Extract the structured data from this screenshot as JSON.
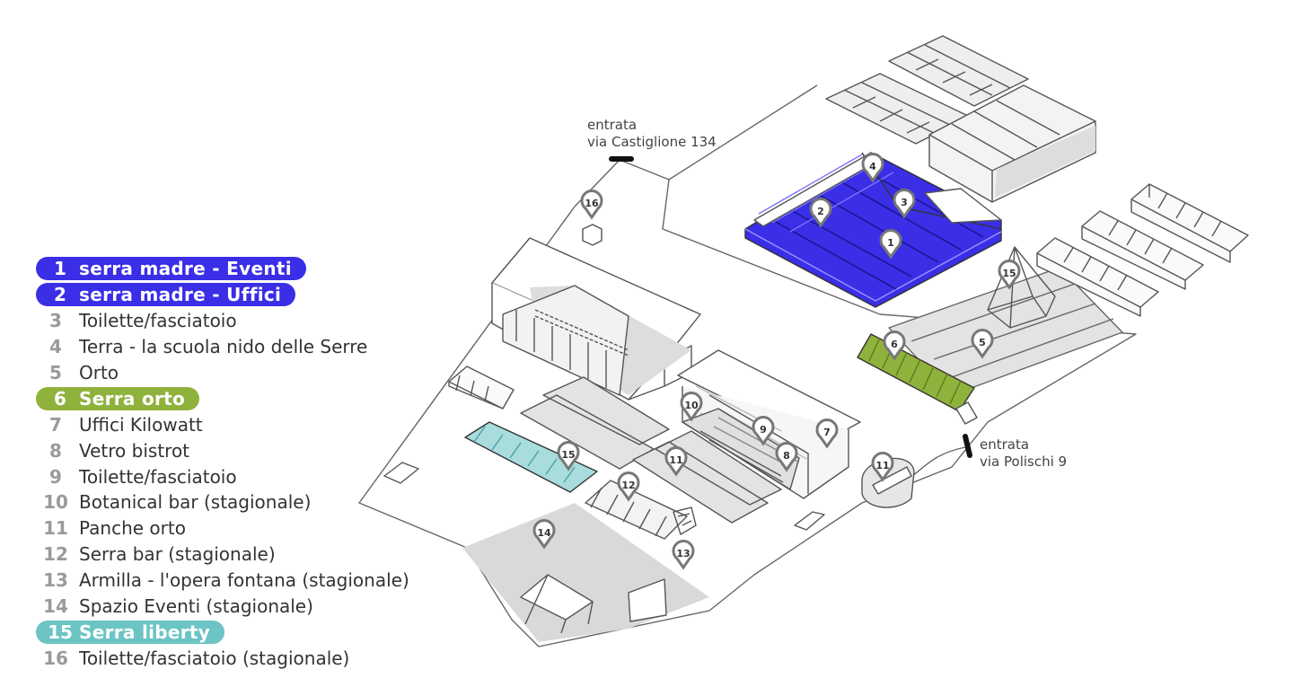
{
  "colors": {
    "blue": "#3a2ee6",
    "green": "#8fb23c",
    "teal": "#6cc4c4",
    "line": "#555555",
    "grey": "#d9d9d9"
  },
  "entrances": {
    "castiglione": {
      "line1": "entrata",
      "line2": "via Castiglione 134"
    },
    "polischi": {
      "line1": "entrata",
      "line2": "via Polischi 9"
    }
  },
  "legend": [
    {
      "num": "1",
      "label": "serra madre - Eventi",
      "highlight": "blue"
    },
    {
      "num": "2",
      "label": "serra madre - Uffici",
      "highlight": "blue"
    },
    {
      "num": "3",
      "label": "Toilette/fasciatoio"
    },
    {
      "num": "4",
      "label": "Terra - la scuola nido delle Serre"
    },
    {
      "num": "5",
      "label": "Orto"
    },
    {
      "num": "6",
      "label": "Serra orto",
      "highlight": "green"
    },
    {
      "num": "7",
      "label": "Uffici Kilowatt"
    },
    {
      "num": "8",
      "label": "Vetro bistrot"
    },
    {
      "num": "9",
      "label": "Toilette/fasciatoio"
    },
    {
      "num": "10",
      "label": "Botanical bar (stagionale)"
    },
    {
      "num": "11",
      "label": "Panche orto"
    },
    {
      "num": "12",
      "label": "Serra bar (stagionale)"
    },
    {
      "num": "13",
      "label": "Armilla - l'opera fontana (stagionale)"
    },
    {
      "num": "14",
      "label": "Spazio Eventi (stagionale)"
    },
    {
      "num": "15",
      "label": "Serra liberty",
      "highlight": "teal"
    },
    {
      "num": "16",
      "label": "Toilette/fasciatoio (stagionale)"
    }
  ],
  "pins": [
    {
      "label": "1",
      "icon": "map-pin-icon"
    },
    {
      "label": "2",
      "icon": "map-pin-icon"
    },
    {
      "label": "3",
      "icon": "map-pin-icon"
    },
    {
      "label": "4",
      "icon": "map-pin-icon"
    },
    {
      "label": "5",
      "icon": "map-pin-icon"
    },
    {
      "label": "6",
      "icon": "map-pin-icon"
    },
    {
      "label": "7",
      "icon": "map-pin-icon"
    },
    {
      "label": "8",
      "icon": "map-pin-icon"
    },
    {
      "label": "9",
      "icon": "map-pin-icon"
    },
    {
      "label": "10",
      "icon": "map-pin-icon"
    },
    {
      "label": "11",
      "icon": "map-pin-icon"
    },
    {
      "label": "11",
      "icon": "map-pin-icon"
    },
    {
      "label": "12",
      "icon": "map-pin-icon"
    },
    {
      "label": "13",
      "icon": "map-pin-icon"
    },
    {
      "label": "14",
      "icon": "map-pin-icon"
    },
    {
      "label": "15",
      "icon": "map-pin-icon"
    },
    {
      "label": "15",
      "icon": "map-pin-icon"
    },
    {
      "label": "16",
      "icon": "map-pin-icon"
    }
  ]
}
